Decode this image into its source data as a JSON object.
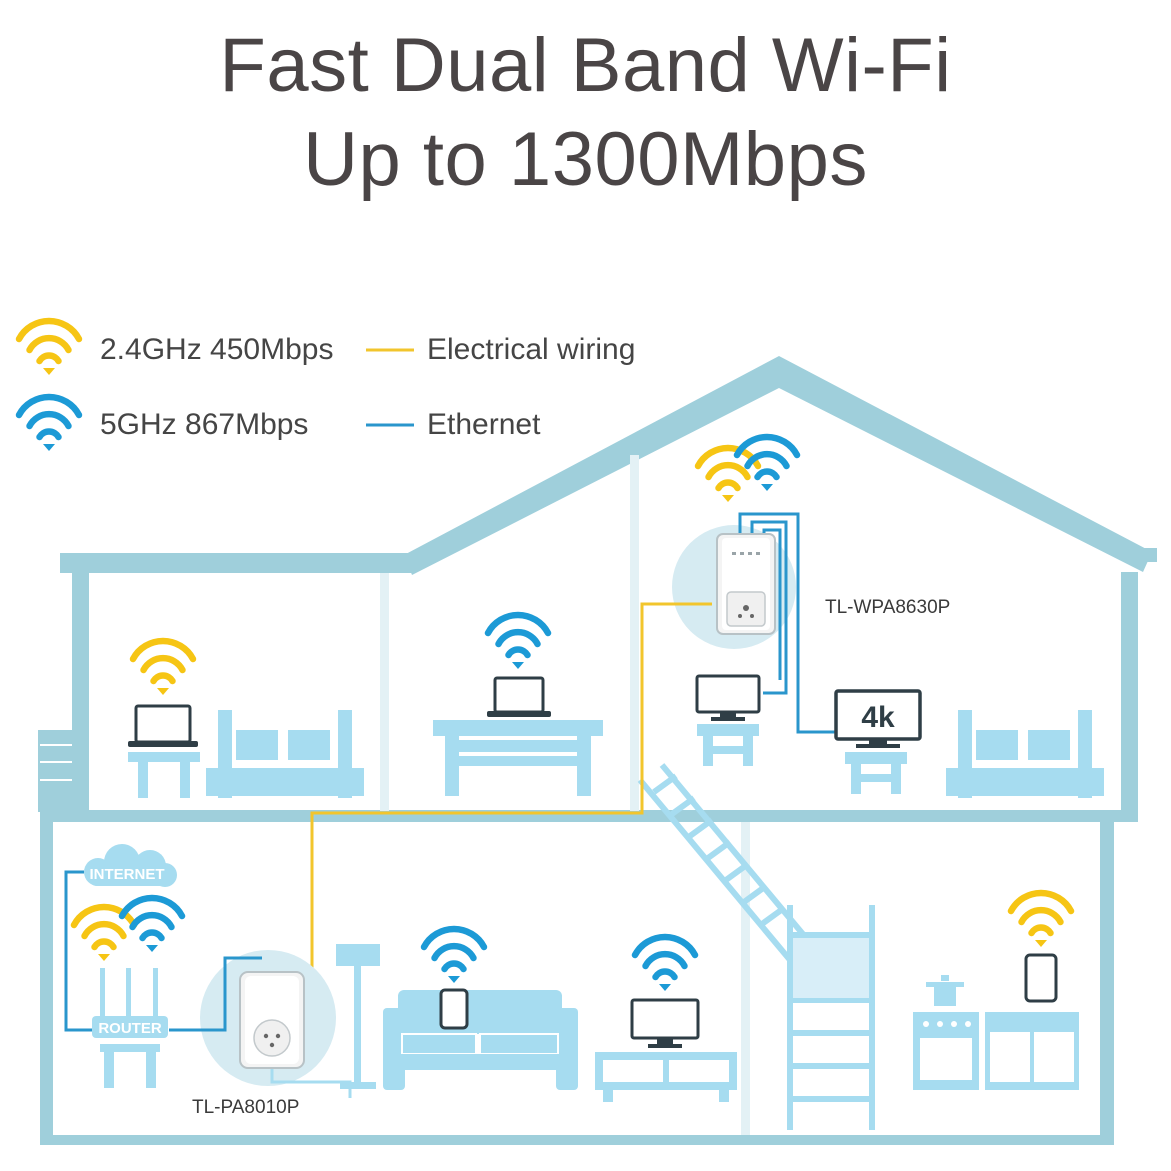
{
  "headline": {
    "line1": "Fast Dual Band Wi-Fi",
    "line2": "Up to 1300Mbps"
  },
  "legend": {
    "band_24": "2.4GHz 450Mbps",
    "band_5": "5GHz 867Mbps",
    "electrical": "Electrical wiring",
    "ethernet": "Ethernet"
  },
  "labels": {
    "internet": "INTERNET",
    "router": "ROUTER",
    "tv_4k": "4k",
    "adapter_upstairs": "TL-WPA8630P",
    "adapter_downstairs": "TL-PA8010P"
  },
  "colors": {
    "house": "#9fcfdb",
    "furniture": "#a6dcf0",
    "wifi_24": "#f6c514",
    "wifi_5": "#1c9ad6",
    "electrical_line": "#f2c52c",
    "ethernet_line": "#2a96cc",
    "device_dark": "#2f3e46",
    "halo": "#d6ebf2",
    "text": "#4a4546"
  }
}
